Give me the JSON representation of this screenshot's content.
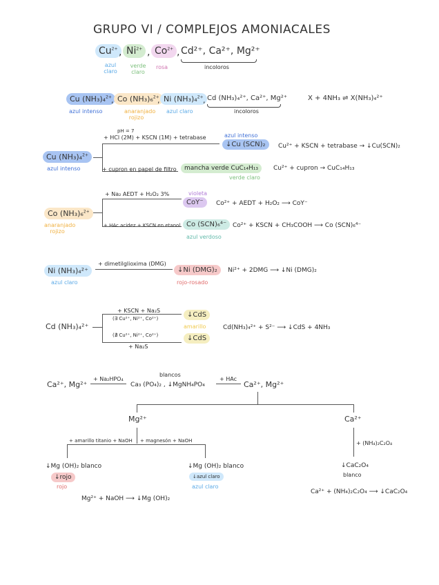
{
  "title": "GRUPO VI / COMPLEJOS AMONIACALES",
  "header_ions": {
    "cu": "Cu",
    "ni": "Ni",
    "co": "Co",
    "cu_label": "azul claro",
    "ni_label": "verde claro",
    "co_label": "rosa",
    "colorless_group": "Cd²⁺, Ca²⁺, Mg²⁺",
    "colorless_label": "incoloros",
    "charge": "2+"
  },
  "complexes": {
    "cu": "Cu (NH₃)₄",
    "cu_label": "azul intenso",
    "co": "Co (NH₃)₆",
    "co_label": "anaranjado rojizo",
    "ni": "Ni (NH₃)₄",
    "ni_label": "azul claro",
    "rest": "Cd (NH₃)₄²⁺, Ca²⁺, Mg²⁺",
    "rest_label": "incoloros",
    "general_eq": "X + 4NH₃ ⇌ X(NH₃)₄²⁺"
  },
  "copper": {
    "reactant": "Cu (NH₃)₄",
    "reactant_label": "azul intenso",
    "top_condition": "pH = 7",
    "top_reagents": "+ HCl (2M)  + KSCN (1M)  + tetrabase",
    "top_product": "↓Cu (SCN)₂",
    "top_product_label": "azul intenso",
    "bottom_reagents": "+ cupron en papel de filtro",
    "bottom_product": "mancha verde  CuC₁₄H₁₃",
    "bottom_product_label": "verde claro",
    "eq1": "Cu²⁺ + KSCN + tetrabase → ↓Cu(SCN)₂",
    "eq2": "Cu²⁺ + cupron → CuC₁₄H₁₃"
  },
  "cobalt": {
    "reactant": "Co (NH₃)₆",
    "reactant_label": "anaranjado rojizo",
    "top_reagents": "+ Na₂ AEDT   + H₂O₂ 3%",
    "top_product": "CoY⁻",
    "top_product_label": "violeta",
    "bottom_reagents": "+ HAc acidez + KSCN en etanol",
    "bottom_product": "Co (SCN)₆⁴⁻",
    "bottom_product_label": "azul verdoso",
    "eq1": "Co²⁺ + AEDT + H₂O₂ ⟶ CoY⁻",
    "eq2": "Co²⁺ + KSCN + CH₃COOH ⟶ Co (SCN)₆⁴⁻"
  },
  "nickel": {
    "reactant": "Ni (NH₃)₄²⁺",
    "reactant_label": "azul claro",
    "reagent": "+ dimetilglioxima (DMG)",
    "product": "↓Ni (DMG)₂",
    "product_label": "rojo-rosado",
    "eq": "Ni²⁺ + 2DMG ⟶ ↓Ni (DMG)₂"
  },
  "cadmium": {
    "reactant": "Cd (NH₃)₄²⁺",
    "top_reagents": "+ KSCN  + Na₂S",
    "top_condition": "(∃ Cu²⁺, Ni²⁺, Co²⁺)",
    "bottom_condition": "(∄ Cu²⁺, Ni²⁺, Co²⁺)",
    "bottom_reagents": "+ Na₂S",
    "product_top": "↓CdS",
    "product_bottom": "↓CdS",
    "product_label": "amarillo",
    "eq": "Cd(NH₃)₄²⁺ + S²⁻ ⟶ ↓CdS + 4NH₃"
  },
  "ca_mg": {
    "reactant": "Ca²⁺, Mg²⁺",
    "reagent1": "+ Na₂HPO₄",
    "intermediate_label": "blancos",
    "intermediate": "Ca₃ (PO₄)₂ , ↓MgNH₄PO₄",
    "reagent2": "+ HAc",
    "result": "Ca²⁺, Mg²⁺",
    "mg": {
      "ion": "Mg²⁺",
      "left_reagents": "+ amarillo titanio + NaOH",
      "right_reagents": "+ magnesón  + NaOH",
      "left_product": "↓Mg (OH)₂ blanco",
      "left_lake": "↓rojo",
      "left_lake_label": "rojo",
      "right_product": "↓Mg (OH)₂ blanco",
      "right_lake": "↓azul claro",
      "right_lake_label": "azul claro",
      "eq": "Mg²⁺ + NaOH ⟶ ↓Mg (OH)₂"
    },
    "ca": {
      "ion": "Ca²⁺",
      "reagent": "+ (NH₄)₂C₂O₄",
      "product": "↓CaC₂O₄",
      "product_label": "blanco",
      "eq": "Ca²⁺ + (NH₄)₂C₂O₄ ⟶ ↓CaC₂O₄"
    }
  }
}
